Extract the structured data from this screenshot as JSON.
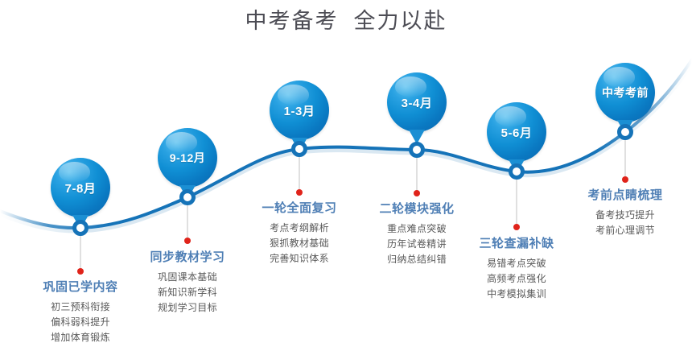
{
  "page": {
    "title": "中考备考  全力以赴",
    "accent_blue": "#1b8fd3",
    "curve_color": "#1573b8",
    "caption_title_color": "#4f7fb5",
    "dot_color": "#e0231a",
    "title_color": "#4d4d55"
  },
  "timeline": {
    "milestones": [
      {
        "badge": "7-8月",
        "title": "巩固已学内容",
        "items": [
          "初三预科衔接",
          "偏科弱科提升",
          "增加体育锻炼"
        ]
      },
      {
        "badge": "9-12月",
        "title": "同步教材学习",
        "items": [
          "巩固课本基础",
          "新知识新学科",
          "规划学习目标"
        ]
      },
      {
        "badge": "1-3月",
        "title": "一轮全面复习",
        "items": [
          "考点考纲解析",
          "狠抓教材基础",
          "完善知识体系"
        ]
      },
      {
        "badge": "3-4月",
        "title": "二轮模块强化",
        "items": [
          "重点难点突破",
          "历年试卷精讲",
          "归纳总结纠错"
        ]
      },
      {
        "badge": "5-6月",
        "title": "三轮查漏补缺",
        "items": [
          "易错考点突破",
          "高频考点强化",
          "中考模拟集训"
        ]
      },
      {
        "badge": "中考考前",
        "title": "考前点睛梳理",
        "items": [
          "备考技巧提升",
          "考前心理调节"
        ]
      }
    ]
  }
}
